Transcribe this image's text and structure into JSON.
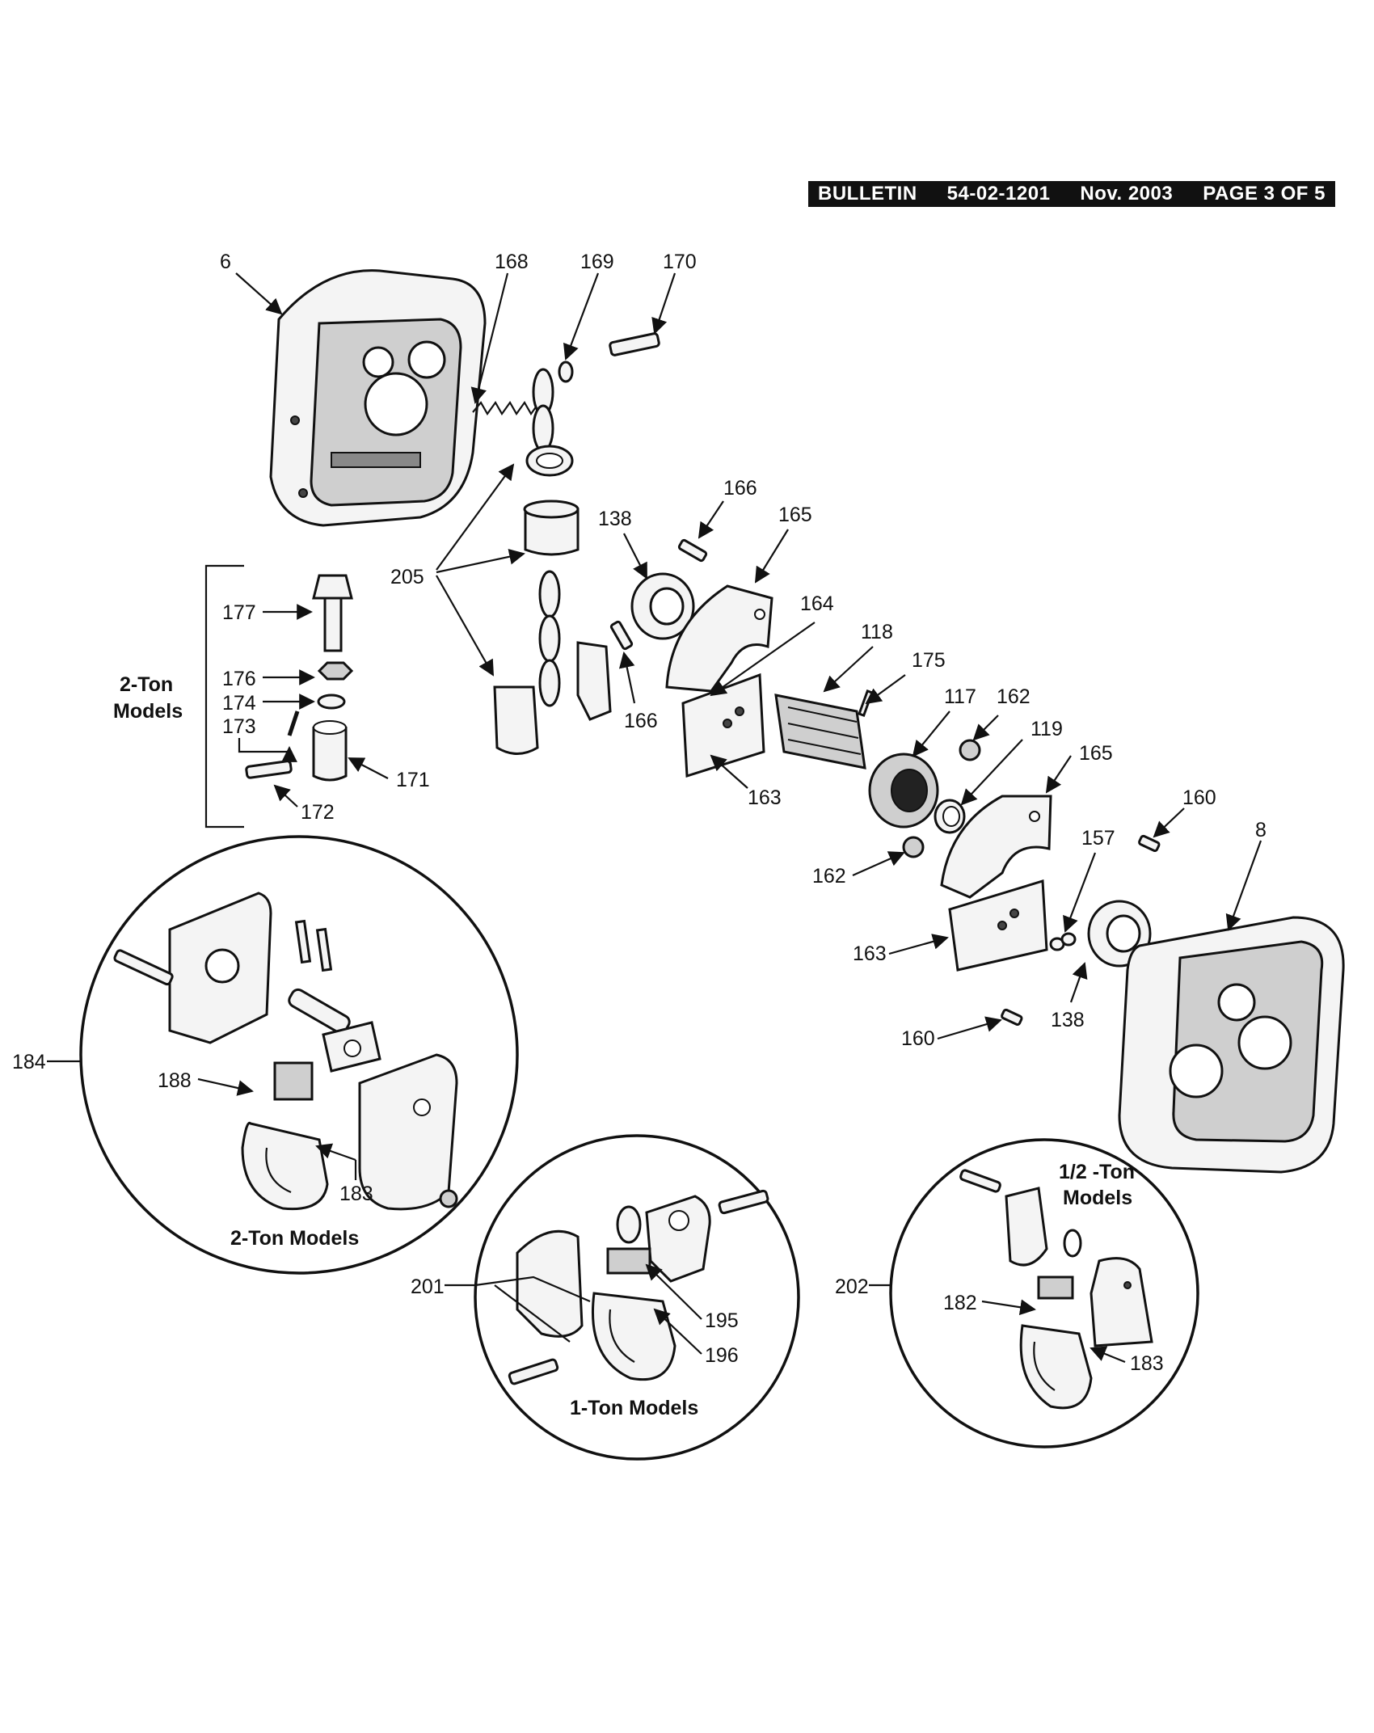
{
  "header": {
    "word": "BULLETIN",
    "number": "54-02-1201",
    "date": "Nov. 2003",
    "page": "PAGE 3 OF 5"
  },
  "callouts": {
    "c6": "6",
    "c168": "168",
    "c169": "169",
    "c170": "170",
    "c166a": "166",
    "c165a": "165",
    "c138a": "138",
    "c205": "205",
    "c164": "164",
    "c118": "118",
    "c175": "175",
    "c166b": "166",
    "c117": "117",
    "c162a": "162",
    "c119": "119",
    "c165b": "165",
    "c163a": "163",
    "c160a": "160",
    "c8": "8",
    "c157": "157",
    "c162b": "162",
    "c163b": "163",
    "c138b": "138",
    "c160b": "160",
    "c177": "177",
    "c176": "176",
    "c174": "174",
    "c173": "173",
    "c171": "171",
    "c172": "172",
    "c184": "184",
    "c188": "188",
    "c183a": "183",
    "c201": "201",
    "c195": "195",
    "c196": "196",
    "c202": "202",
    "c182": "182",
    "c183b": "183"
  },
  "group_labels": {
    "two_ton_box_line1": "2-Ton",
    "two_ton_box_line2": "Models",
    "two_ton_circle": "2-Ton Models",
    "one_ton_circle": "1-Ton Models",
    "half_ton_line1": "1/2 -Ton",
    "half_ton_line2": "Models"
  }
}
